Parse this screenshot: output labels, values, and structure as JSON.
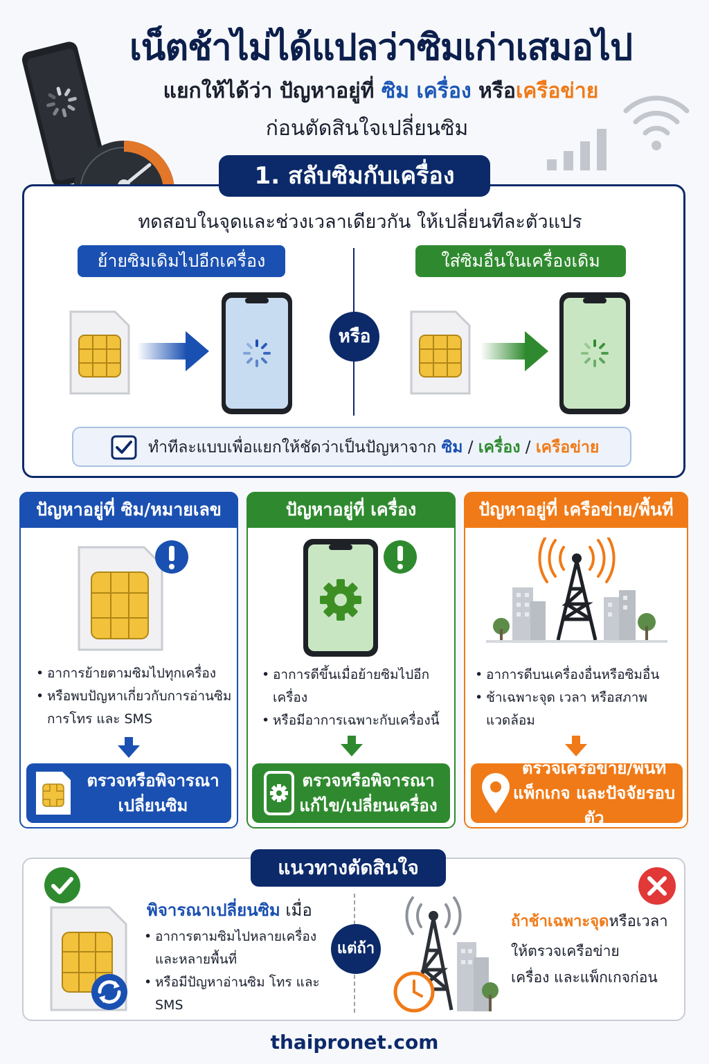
{
  "header": {
    "title": "เน็ตช้าไม่ได้แปลว่าซิมเก่าเสมอไป",
    "subtitle_prefix": "แยกให้ได้ว่า ปัญหาอยู่ที่ ",
    "subtitle_sim": "ซิม",
    "subtitle_device": "เครื่อง",
    "subtitle_or": "หรือ",
    "subtitle_network": "เครือข่าย",
    "subtitle_line2": "ก่อนตัดสินใจเปลี่ยนซิม"
  },
  "section1": {
    "title": "1. สลับซิมกับเครื่อง",
    "intro": "ทดสอบในจุดและช่วงเวลาเดียวกัน  ให้เปลี่ยนทีละตัวแปร",
    "option_a": "ย้ายซิมเดิมไปอีกเครื่อง",
    "option_b": "ใส่ซิมอื่นในเครื่องเดิม",
    "or_label": "หรือ",
    "tip_text": "ทำทีละแบบเพื่อแยกให้ชัดว่าเป็นปัญหาจาก ",
    "tip_sim": "ซิม",
    "tip_sep": " / ",
    "tip_device": "เครื่อง",
    "tip_network": "เครือข่าย"
  },
  "columns": [
    {
      "heading": "ปัญหาอยู่ที่ ซิม/หมายเลข",
      "bullets": [
        "อาการย้ายตามซิมไปทุกเครื่อง",
        "หรือพบปัญหาเกี่ยวกับการอ่านซิม การโทร และ SMS"
      ],
      "action_line1": "ตรวจหรือพิจารณา",
      "action_line2": "เปลี่ยนซิม",
      "color": "#1a50b1"
    },
    {
      "heading": "ปัญหาอยู่ที่ เครื่อง",
      "bullets": [
        "อาการดีขึ้นเมื่อย้ายซิมไปอีกเครื่อง",
        "หรือมีอาการเฉพาะกับเครื่องนี้"
      ],
      "action_line1": "ตรวจหรือพิจารณา",
      "action_line2": "แก้ไข/เปลี่ยนเครื่อง",
      "color": "#2f8a2f"
    },
    {
      "heading": "ปัญหาอยู่ที่ เครือข่าย/พื้นที่",
      "bullets": [
        "อาการดีบนเครื่องอื่นหรือซิมอื่น",
        "ช้าเฉพาะจุด เวลา หรือสภาพแวดล้อม"
      ],
      "action_line1": "ตรวจเครือข่าย/พื้นที่",
      "action_line2": "แพ็กเกจ และปัจจัยรอบตัว",
      "color": "#f07a17"
    }
  ],
  "decision": {
    "title": "แนวทางตัดสินใจ",
    "left_head": "พิจารณาเปลี่ยนซิม",
    "left_head_suffix": " เมื่อ",
    "left_bullets": [
      "อาการตามซิมไปหลายเครื่องและหลายพื้นที่",
      "หรือมีปัญหาอ่านซิม โทร และ SMS"
    ],
    "but_label": "แต่ถ้า",
    "right_head": "ถ้าช้าเฉพาะจุด",
    "right_head_suffix": "หรือเวลา",
    "right_line1": "ให้ตรวจเครือข่าย",
    "right_line2": "เครื่อง และแพ็กเกจก่อน"
  },
  "footer": {
    "site": "thaipronet.com"
  },
  "colors": {
    "navy": "#0c2a6a",
    "blue": "#1a50b1",
    "green": "#2f8a2f",
    "orange": "#f07a17"
  },
  "icons": [
    "phone-icon",
    "speedometer-icon",
    "wifi-icon",
    "signal-bars-icon",
    "sim-card-icon",
    "arrow-right-icon",
    "checkbox-icon",
    "exclamation-icon",
    "gear-icon",
    "cell-tower-icon",
    "arrow-down-icon",
    "location-pin-icon",
    "check-circle-icon",
    "x-circle-icon",
    "refresh-icon",
    "clock-icon"
  ]
}
